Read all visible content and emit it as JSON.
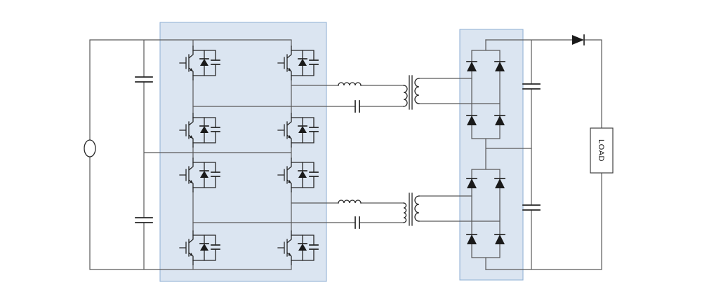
{
  "diagram": {
    "type": "circuit-schematic",
    "load_label": "LOAD",
    "colors": {
      "background": "#ffffff",
      "highlight_fill": "#dbe5f1",
      "highlight_stroke": "#95b3d7",
      "wire": "#595959",
      "device": "#1a1a1a"
    },
    "sections": {
      "input": {
        "source": "dc-voltage-source",
        "dc_link_capacitors": 2
      },
      "inverter": {
        "description": "stacked full-bridge IGBT inverter",
        "igbt_cells": 8,
        "legs": 2,
        "highlighted": true
      },
      "tank": {
        "channels": 2,
        "per_channel_components": [
          "series-inductor",
          "series-capacitor",
          "isolation-transformer"
        ]
      },
      "rectifier": {
        "description": "two series-connected full-bridge diode rectifiers",
        "diodes": 8,
        "highlighted": true
      },
      "output": {
        "filter_capacitors": 2,
        "blocking_diode": 1,
        "load": "LOAD"
      }
    }
  }
}
